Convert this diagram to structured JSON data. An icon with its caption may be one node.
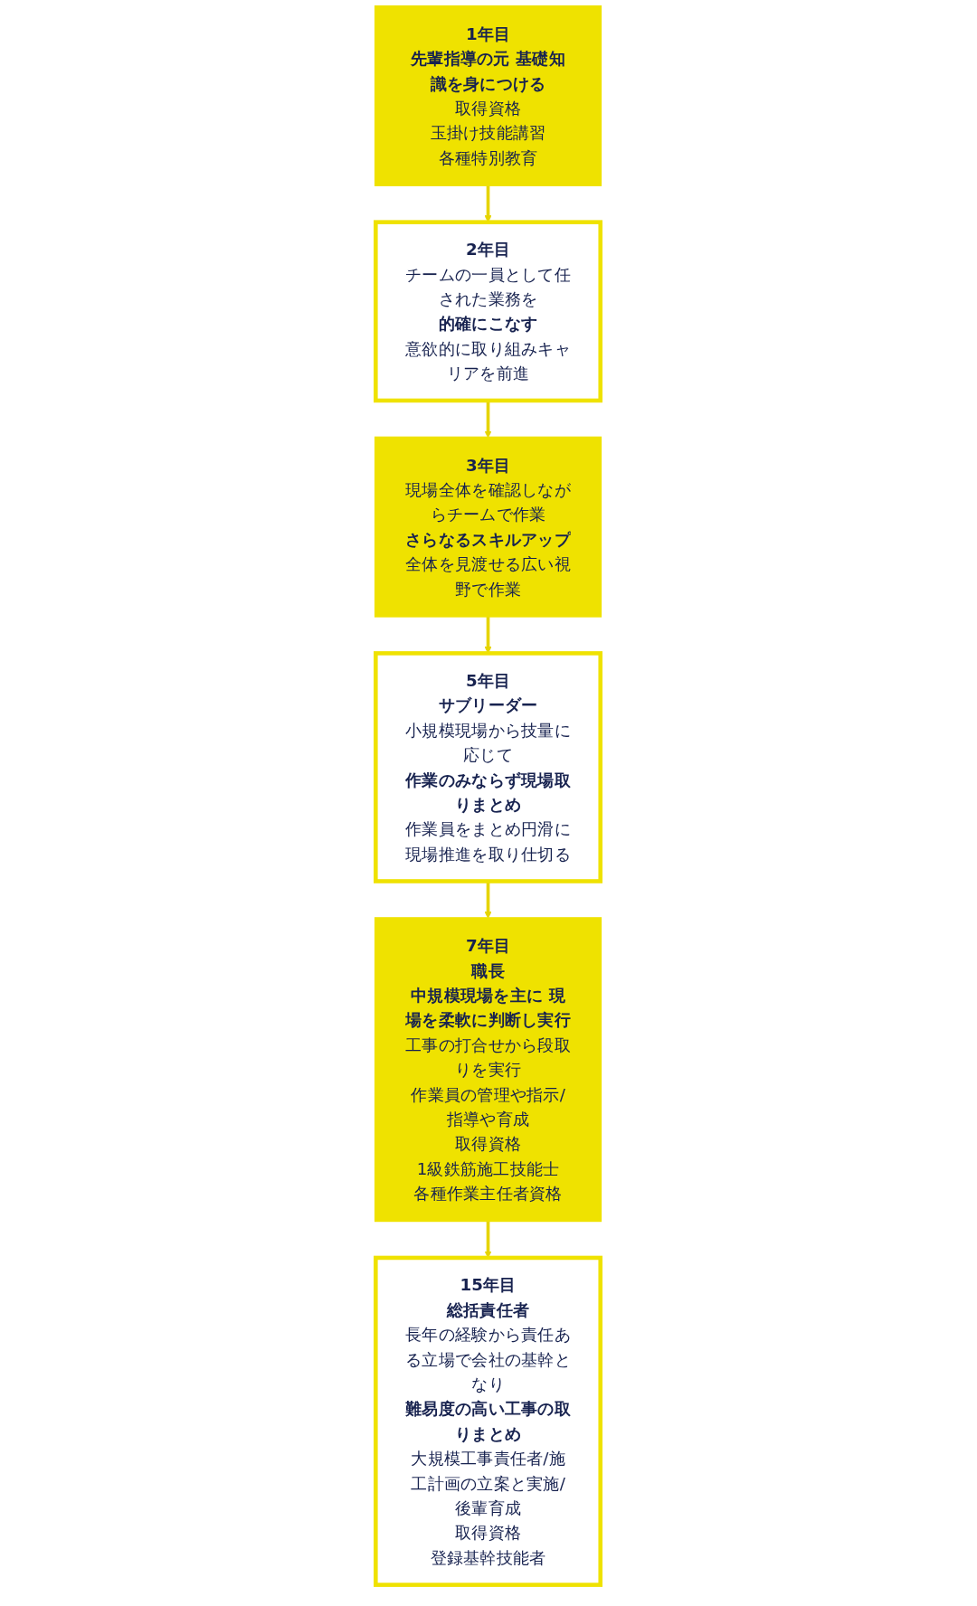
{
  "diagram": {
    "nodes": [
      {
        "text": [
          "1年目",
          "先輩指導の元 基礎知識を身につける",
          "取得資格",
          "玉掛け技能講習",
          "各種特別教育"
        ]
      },
      {
        "text": [
          "2年目",
          "チームの一員として任された業務を",
          "的確にこなす",
          "意欲的に取り組みキャリアを前進"
        ]
      },
      {
        "text": [
          "3年目",
          "現場全体を確認しながらチームで作業",
          "さらなるスキルアップ",
          "全体を見渡せる広い視野で作業"
        ]
      },
      {
        "text": [
          "5年目",
          "サブリーダー",
          "小規模現場から技量に応じて",
          "作業のみならず現場取りまとめ",
          "作業員をまとめ円滑に現場推進を取り仕切る"
        ]
      },
      {
        "text": [
          "7年目",
          "職長",
          "中規模現場を主に 現場を柔軟に判断し実行",
          "工事の打合せから段取りを実行",
          "作業員の管理や指示/指導や育成",
          "取得資格",
          "1級鉄筋施工技能士",
          "各種作業主任者資格"
        ]
      },
      {
        "text": [
          "15年目",
          "総括責任者",
          "長年の経験から責任ある立場で会社の基幹となり",
          "難易度の高い工事の取りまとめ",
          "大規模工事責任者/施工計画の立案と実施/後輩育成",
          "取得資格",
          "登録基幹技能者"
        ]
      }
    ],
    "edges": [
      {
        "from": 0,
        "to": 1,
        "arrow": "to"
      },
      {
        "from": 1,
        "to": 2,
        "arrow": "to"
      },
      {
        "from": 2,
        "to": 3,
        "arrow": "to"
      },
      {
        "from": 3,
        "to": 4,
        "arrow": "to"
      },
      {
        "from": 4,
        "to": 5,
        "arrow": "to"
      }
    ]
  }
}
